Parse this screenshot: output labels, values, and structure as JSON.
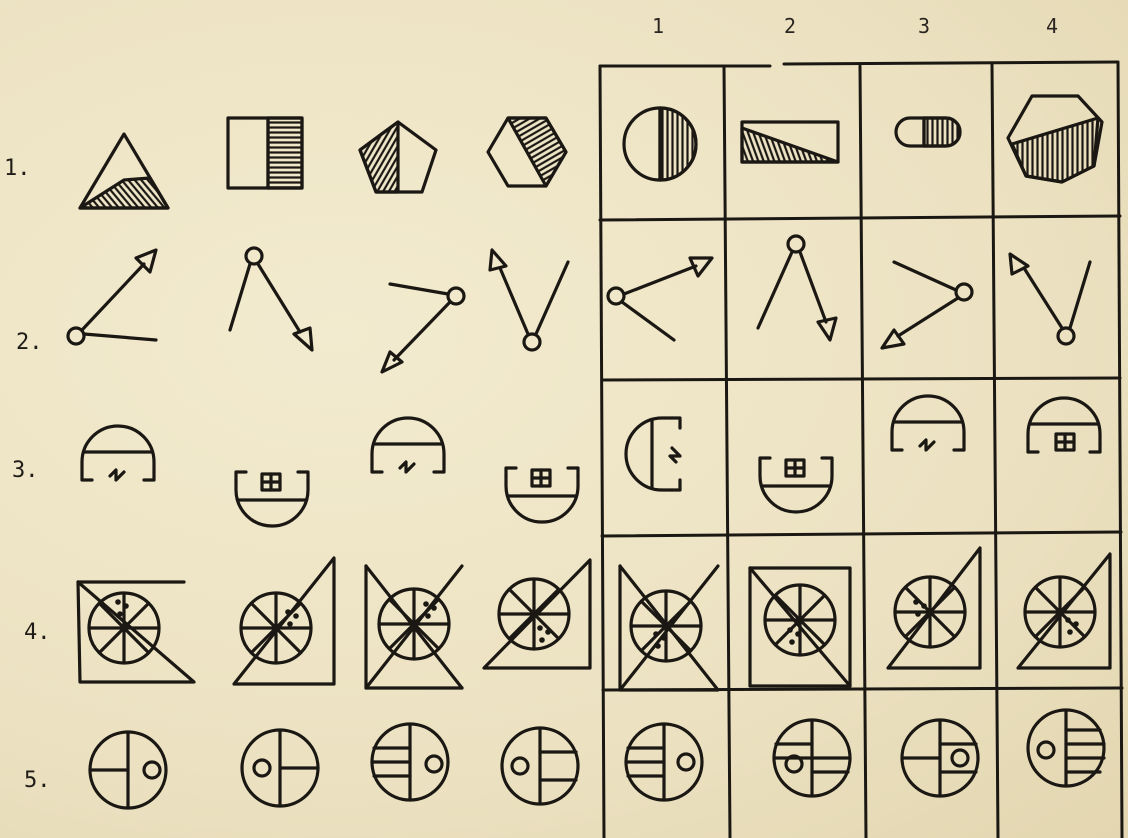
{
  "row_labels": [
    "1.",
    "2.",
    "3.",
    "4.",
    "5."
  ],
  "answer_columns": [
    "1",
    "2",
    "3",
    "4"
  ],
  "rows": [
    {
      "name": "shaded-polygons",
      "series_figures": [
        "triangle-icon",
        "square-icon",
        "pentagon-icon",
        "hexagon-icon"
      ],
      "option_figures": [
        "circle-icon",
        "rectangle-icon",
        "capsule-icon",
        "heptagon-icon"
      ]
    },
    {
      "name": "arrow-angles",
      "series_figures": [
        "arrow-angle-icon",
        "arrow-angle-icon",
        "arrow-angle-icon",
        "arrow-angle-icon"
      ],
      "option_figures": [
        "arrow-angle-icon",
        "arrow-angle-icon",
        "arrow-angle-icon",
        "arrow-angle-icon"
      ]
    },
    {
      "name": "dome-brackets",
      "series_figures": [
        "dome-zigzag-icon",
        "dome-window-icon",
        "dome-zigzag-icon",
        "dome-window-icon"
      ],
      "option_figures": [
        "dome-zigzag-icon",
        "dome-window-icon",
        "dome-zigzag-icon",
        "dome-window-icon"
      ]
    },
    {
      "name": "wheel-in-frame",
      "series_figures": [
        "wheel-dots-icon",
        "wheel-dots-icon",
        "wheel-dots-icon",
        "wheel-dots-icon"
      ],
      "option_figures": [
        "wheel-dots-icon",
        "wheel-dots-icon",
        "wheel-dots-icon",
        "wheel-dots-icon"
      ]
    },
    {
      "name": "divided-circles",
      "series_figures": [
        "divided-circle-icon",
        "divided-circle-icon",
        "divided-circle-icon",
        "divided-circle-icon"
      ],
      "option_figures": [
        "divided-circle-icon",
        "divided-circle-icon",
        "divided-circle-icon",
        "divided-circle-icon"
      ]
    }
  ],
  "colors": {
    "paper": "#efe6c9",
    "ink": "#1b1814"
  }
}
